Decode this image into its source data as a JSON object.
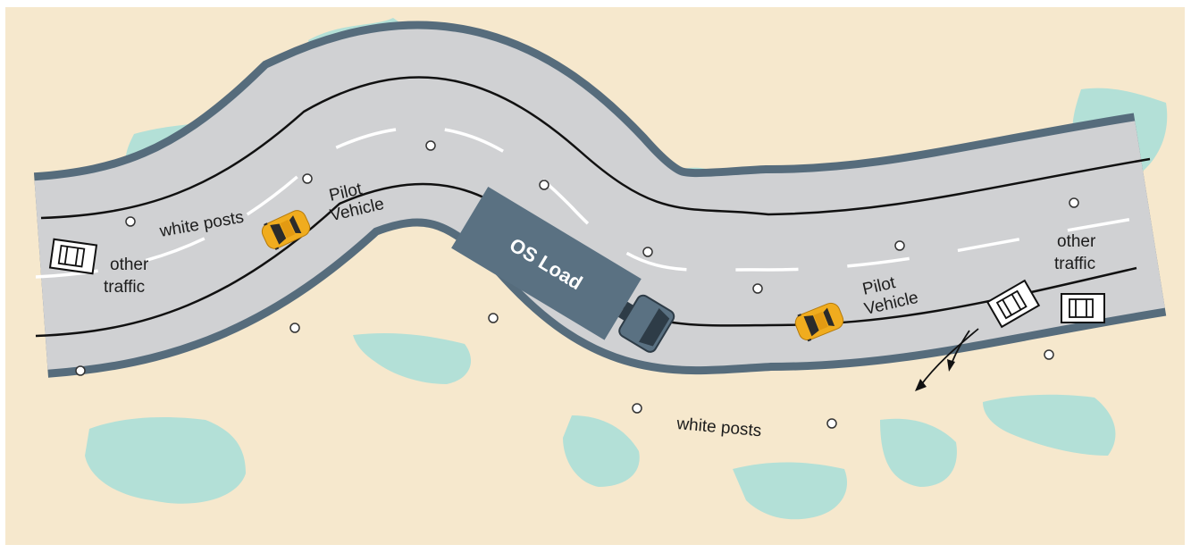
{
  "colors": {
    "background": "#f6e8cd",
    "vegetation": "#b3e0d7",
    "road_surface": "#d0d1d3",
    "road_edge": "#566c7c",
    "lane_line": "#111111",
    "center_dash": "#ffffff",
    "pilot_vehicle": "#f0ac1e",
    "load_truck": "#5a7182",
    "post": "#ffffff"
  },
  "icons": {
    "pilot_vehicle": "car-top-view-icon",
    "other_traffic": "car-outline-icon",
    "load": "truck-top-view-icon",
    "post": "white-post-icon",
    "swerve": "curved-arrow-icon"
  },
  "labels": {
    "white_posts_top": "white posts",
    "white_posts_bottom": "white posts",
    "pilot_vehicle_left": [
      "Pilot",
      "Vehicle"
    ],
    "pilot_vehicle_right": [
      "Pilot",
      "Vehicle"
    ],
    "other_traffic_left": [
      "other",
      "traffic"
    ],
    "other_traffic_right": [
      "other",
      "traffic"
    ],
    "os_load": "OS Load"
  }
}
